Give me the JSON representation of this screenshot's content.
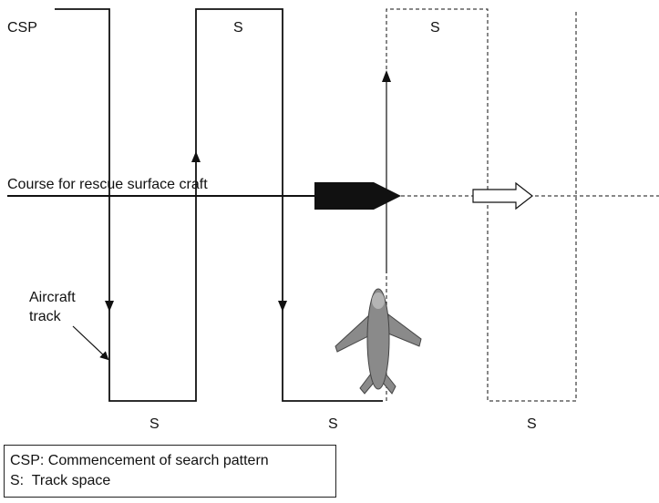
{
  "labels": {
    "csp": "CSP",
    "track_space": "S",
    "course": "Course for rescue surface craft",
    "aircraft_track_line1": "Aircraft",
    "aircraft_track_line2": "track"
  },
  "legend": {
    "line1": "CSP: Commencement of search pattern",
    "line2": "S:  Track space"
  },
  "colors": {
    "line": "#111111",
    "vessel": "#111111",
    "aircraft": "#8a8a8a"
  }
}
